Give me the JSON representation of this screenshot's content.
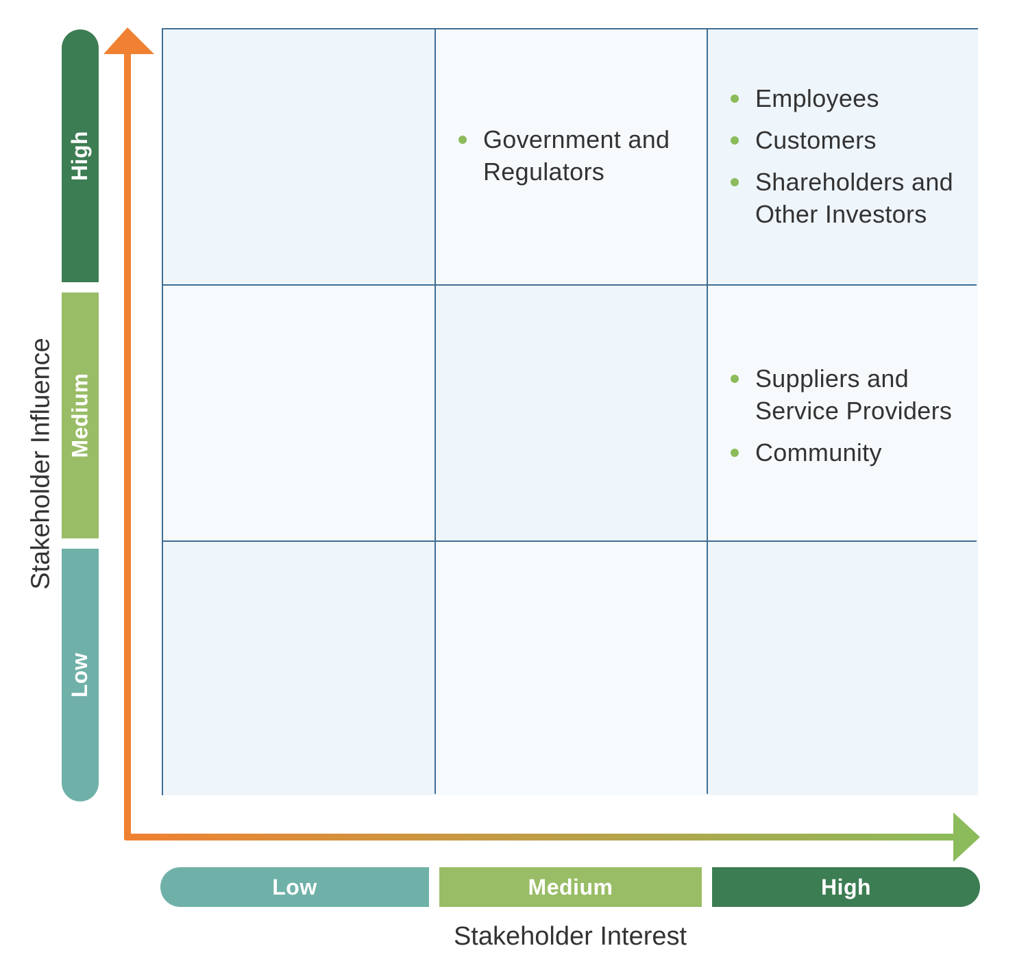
{
  "colors": {
    "dark_green": "#3d7d53",
    "light_green": "#99bd67",
    "teal": "#6fb1a8",
    "orange": "#f08132",
    "arrow_green": "#8cbb5b",
    "grid_border": "#3f6d93",
    "cell_light": "#eef5fb",
    "cell_lighter": "#f6fafd"
  },
  "y_axis": {
    "title": "Stakeholder Influence",
    "levels": {
      "high": "High",
      "medium": "Medium",
      "low": "Low"
    }
  },
  "x_axis": {
    "title": "Stakeholder Interest",
    "levels": {
      "low": "Low",
      "medium": "Medium",
      "high": "High"
    }
  },
  "grid": {
    "high_medium": [
      "Government and\nRegulators"
    ],
    "high_high": [
      "Employees",
      "Customers",
      "Shareholders and\nOther Investors"
    ],
    "medium_high": [
      "Suppliers and\nService Providers",
      "Community"
    ]
  }
}
